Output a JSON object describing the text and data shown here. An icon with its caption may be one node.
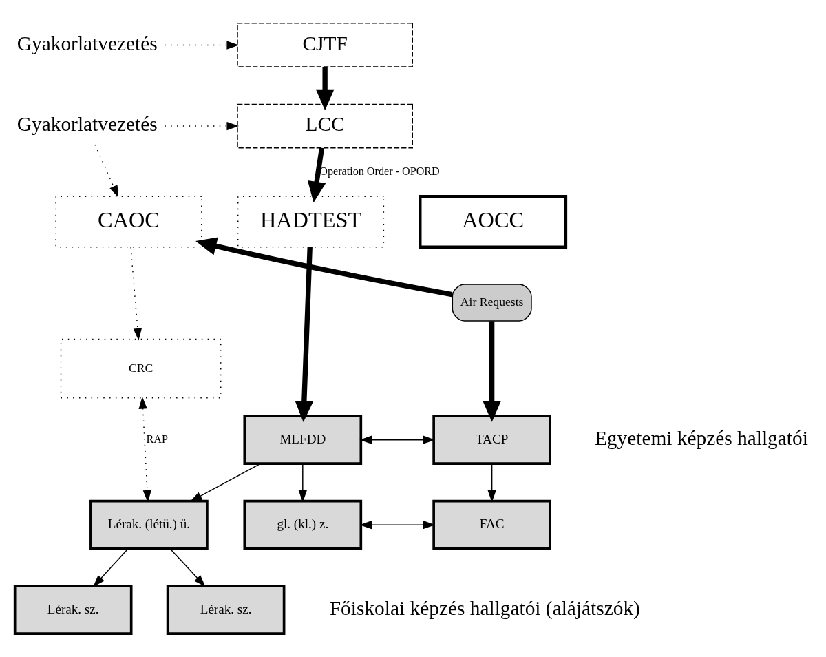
{
  "diagram": {
    "nodes": [
      {
        "text": [
          "Gyakorlatvezetés"
        ]
      },
      {
        "text": [
          "CJTF"
        ]
      },
      {
        "text": [
          "Gyakorlatvezetés"
        ]
      },
      {
        "text": [
          "LCC"
        ]
      },
      {
        "text": [
          "CAOC"
        ]
      },
      {
        "text": [
          "HADTEST"
        ]
      },
      {
        "text": [
          "AOCC"
        ]
      },
      {
        "text": [
          "Air Requests"
        ]
      },
      {
        "text": [
          "CRC"
        ]
      },
      {
        "text": [
          "MLFDD"
        ]
      },
      {
        "text": [
          "TACP"
        ]
      },
      {
        "text": [
          "Lérak. (létü.) ü."
        ]
      },
      {
        "text": [
          "gl. (kl.) z."
        ]
      },
      {
        "text": [
          "FAC"
        ]
      },
      {
        "text": [
          "Lérak. sz."
        ]
      },
      {
        "text": [
          "Lérak. sz."
        ]
      }
    ],
    "edges": [
      {
        "from": 0,
        "to": 1,
        "arrow": "to",
        "style": "dashed"
      },
      {
        "from": 1,
        "to": 3,
        "arrow": "to",
        "style": "thick"
      },
      {
        "from": 2,
        "to": 3,
        "arrow": "to",
        "style": "dashed"
      },
      {
        "from": 2,
        "to": 4,
        "arrow": "to",
        "style": "dashed"
      },
      {
        "from": 3,
        "to": 5,
        "arrow": "to",
        "style": "thick",
        "label": "Operation Order - OPORD"
      },
      {
        "from": 7,
        "to": 4,
        "arrow": "to",
        "style": "thick"
      },
      {
        "from": 5,
        "to": 9,
        "arrow": "to",
        "style": "thick"
      },
      {
        "from": 7,
        "to": 10,
        "arrow": "to",
        "style": "thick"
      },
      {
        "from": 4,
        "to": 8,
        "arrow": "to",
        "style": "dashed"
      },
      {
        "from": 8,
        "to": 11,
        "arrow": "both",
        "style": "dashed",
        "label": "RAP"
      },
      {
        "from": 9,
        "to": 10,
        "arrow": "both"
      },
      {
        "from": 9,
        "to": 11,
        "arrow": "to"
      },
      {
        "from": 9,
        "to": 12,
        "arrow": "to"
      },
      {
        "from": 10,
        "to": 13,
        "arrow": "to"
      },
      {
        "from": 12,
        "to": 13,
        "arrow": "both"
      },
      {
        "from": 11,
        "to": 14,
        "arrow": "to"
      },
      {
        "from": 11,
        "to": 15,
        "arrow": "to"
      }
    ],
    "labels": [
      "Egyetemi képzés hallgatói",
      "Főiskolai képzés hallgatói (alájátszók)"
    ]
  }
}
